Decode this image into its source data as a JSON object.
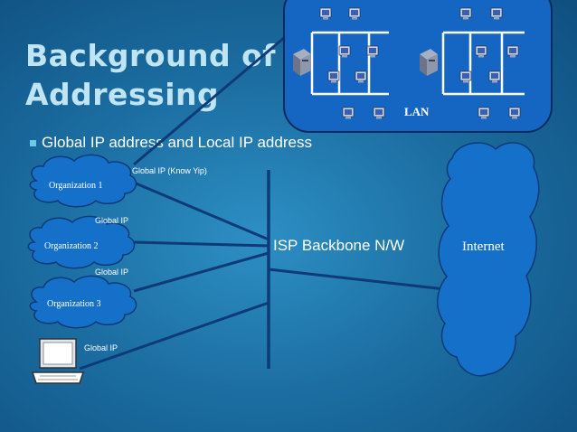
{
  "slide": {
    "title_line1": "Background of IP",
    "title_line2": "Addressing",
    "bullet": "Global IP address and Local IP address"
  },
  "diagram": {
    "organizations": [
      "Organization 1",
      "Organization 2",
      "Organization 3"
    ],
    "link_labels": [
      "Global IP (Know Yip)",
      "Global IP",
      "Global IP",
      "Global IP"
    ],
    "isp_label": "ISP Backbone N/W",
    "internet_label": "Internet",
    "lan_label": "LAN"
  },
  "colors": {
    "background": "#1c6fa3",
    "cloud_fill": "#1570c9",
    "lan_box": "#1566c2",
    "lines": "#0f3a78",
    "title": "#bfe4f4"
  }
}
